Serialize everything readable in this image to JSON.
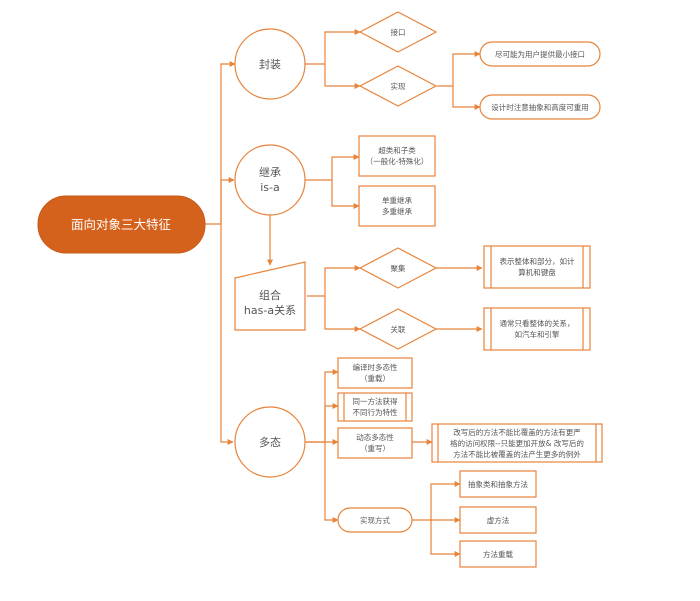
{
  "diagram": {
    "root": "面向对象三大特征",
    "encapsulation": {
      "label": "封装",
      "interface": "接口",
      "implementation": "实现",
      "impl_note_1": "尽可能为用户提供最小接口",
      "impl_note_2": "设计时注意抽象和高度可重用"
    },
    "inheritance": {
      "label_line1": "继承",
      "label_line2": "is-a",
      "box1_line1": "超类和子类",
      "box1_line2": "（一般化-特殊化）",
      "box2_line1": "单重继承",
      "box2_line2": "多重继承"
    },
    "composition": {
      "label_line1": "组合",
      "label_line2": "has-a关系",
      "aggregation": "聚集",
      "aggregation_note_line1": "表示整体和部分，如计",
      "aggregation_note_line2": "算机和键盘",
      "association": "关联",
      "association_note_line1": "通常只看整体的关系，",
      "association_note_line2": "如汽车和引擎"
    },
    "polymorphism": {
      "label": "多态",
      "compile_line1": "编译时多态性",
      "compile_line2": "（重载）",
      "same_method_line1": "同一方法获得",
      "same_method_line2": "不同行为特性",
      "dynamic_line1": "动态多态性",
      "dynamic_line2": "（重写）",
      "dynamic_note_line1": "改写后的方法不能比覆盖的方法有更严",
      "dynamic_note_line2": "格的访问权限--只能更加开放& 改写后的",
      "dynamic_note_line3": "方法不能比被覆盖的法产生更多的例外",
      "implementation": "实现方式",
      "impl_1": "抽象类和抽象方法",
      "impl_2": "虚方法",
      "impl_3": "方法重载"
    }
  }
}
